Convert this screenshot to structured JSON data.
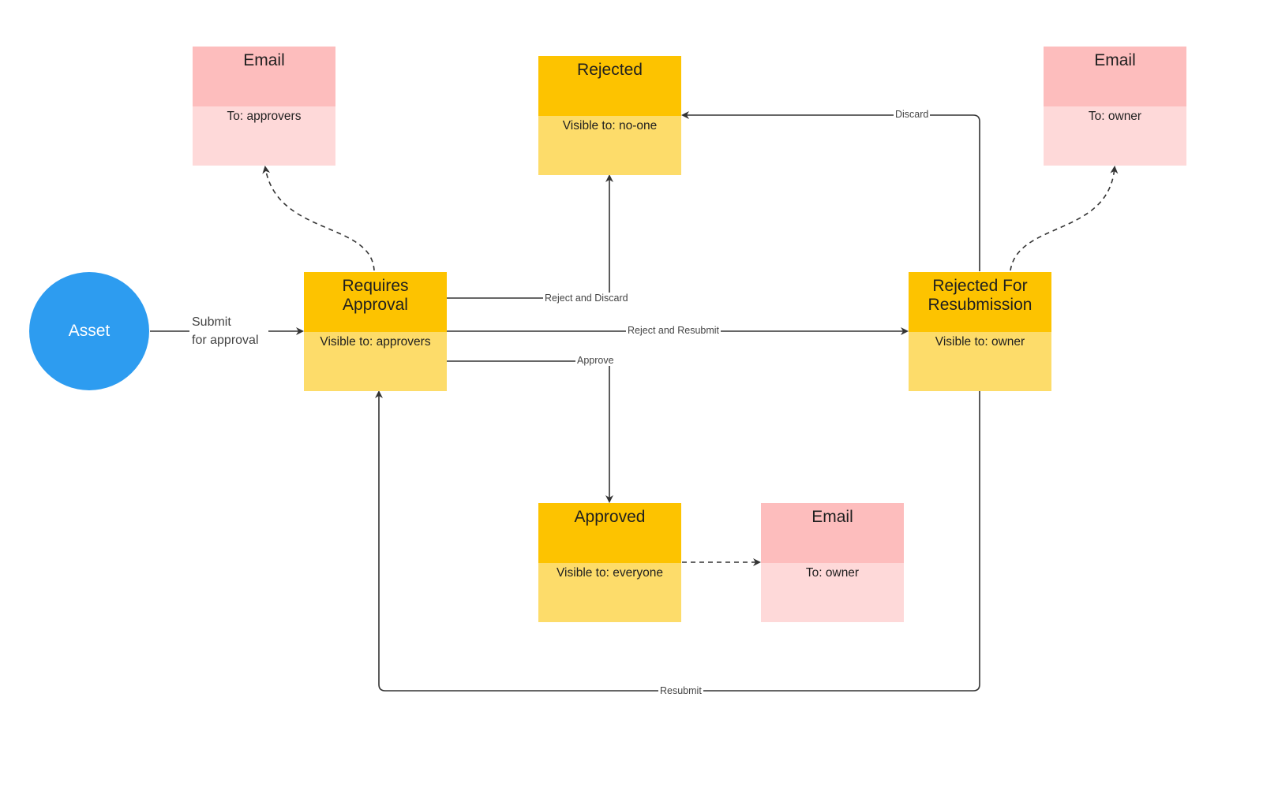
{
  "diagram": {
    "start": {
      "label": "Asset"
    },
    "nodes": {
      "requires_approval": {
        "title": "Requires\nApproval",
        "detail": "Visible to: approvers"
      },
      "rejected": {
        "title": "Rejected",
        "detail": "Visible to: no-one"
      },
      "rejected_for_resubmission": {
        "title": "Rejected For\nResubmission",
        "detail": "Visible to: owner"
      },
      "approved": {
        "title": "Approved",
        "detail": "Visible to: everyone"
      }
    },
    "emails": {
      "to_approvers": {
        "title": "Email",
        "detail": "To: approvers"
      },
      "to_owner_rejected": {
        "title": "Email",
        "detail": "To: owner"
      },
      "to_owner_approved": {
        "title": "Email",
        "detail": "To: owner"
      }
    },
    "edges": {
      "submit": "Submit\nfor approval",
      "reject_and_discard": "Reject and Discard",
      "reject_and_resubmit": "Reject and Resubmit",
      "approve": "Approve",
      "discard": "Discard",
      "resubmit": "Resubmit"
    },
    "colors": {
      "start": "#2d9cf0",
      "state_header": "#fdc300",
      "state_body": "#fddc6a",
      "email_header": "#fdbdbd",
      "email_body": "#fed9d9",
      "connector": "#333333"
    }
  }
}
